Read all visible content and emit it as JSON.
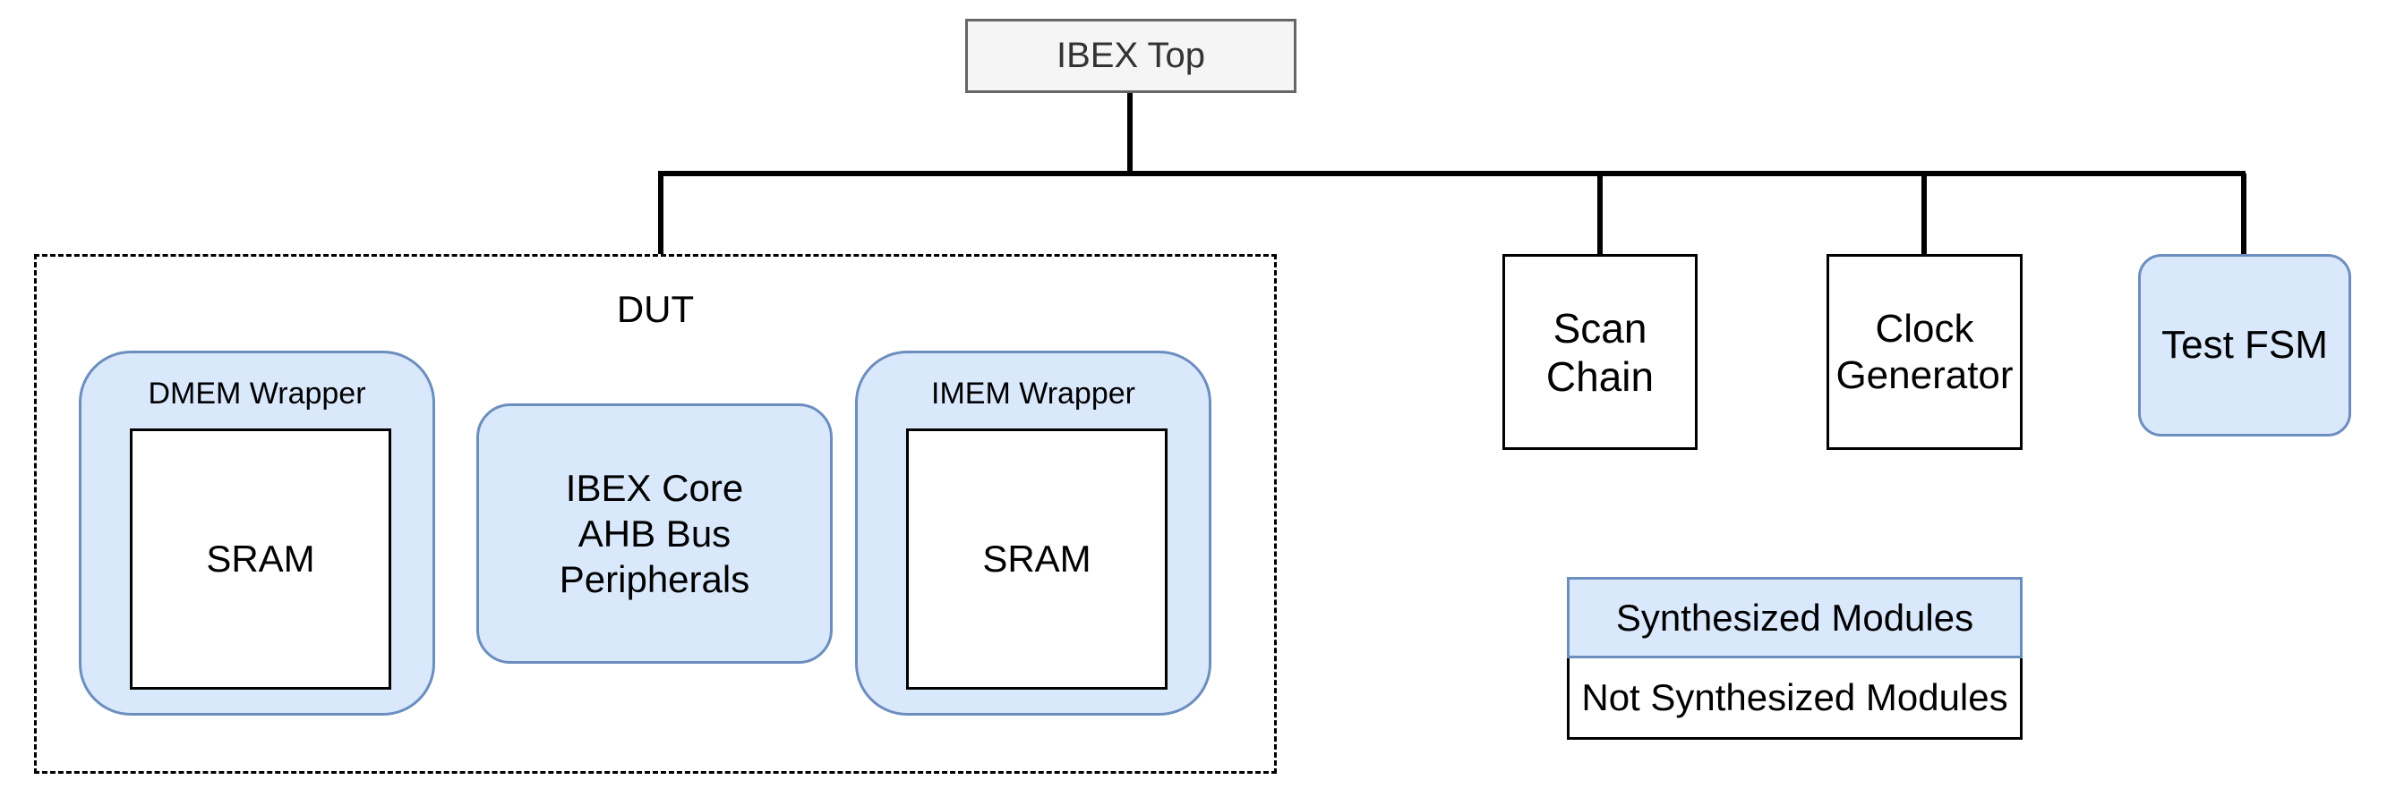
{
  "top": {
    "label": "IBEX Top"
  },
  "dut": {
    "label": "DUT",
    "dmem": {
      "label": "DMEM Wrapper",
      "inner": "SRAM"
    },
    "core": {
      "lines": [
        "IBEX Core",
        "AHB Bus",
        "Peripherals"
      ]
    },
    "imem": {
      "label": "IMEM Wrapper",
      "inner": "SRAM"
    }
  },
  "scan_chain": {
    "lines": [
      "Scan",
      "Chain"
    ]
  },
  "clock_generator": {
    "lines": [
      "Clock",
      "Generator"
    ]
  },
  "test_fsm": {
    "label": "Test FSM"
  },
  "legend": {
    "synthesized": "Synthesized Modules",
    "not_synthesized": "Not Synthesized Modules"
  },
  "colors": {
    "synthesized_fill": "#dae8fc",
    "synthesized_border": "#6c8ebf",
    "top_fill": "#f5f5f5"
  }
}
